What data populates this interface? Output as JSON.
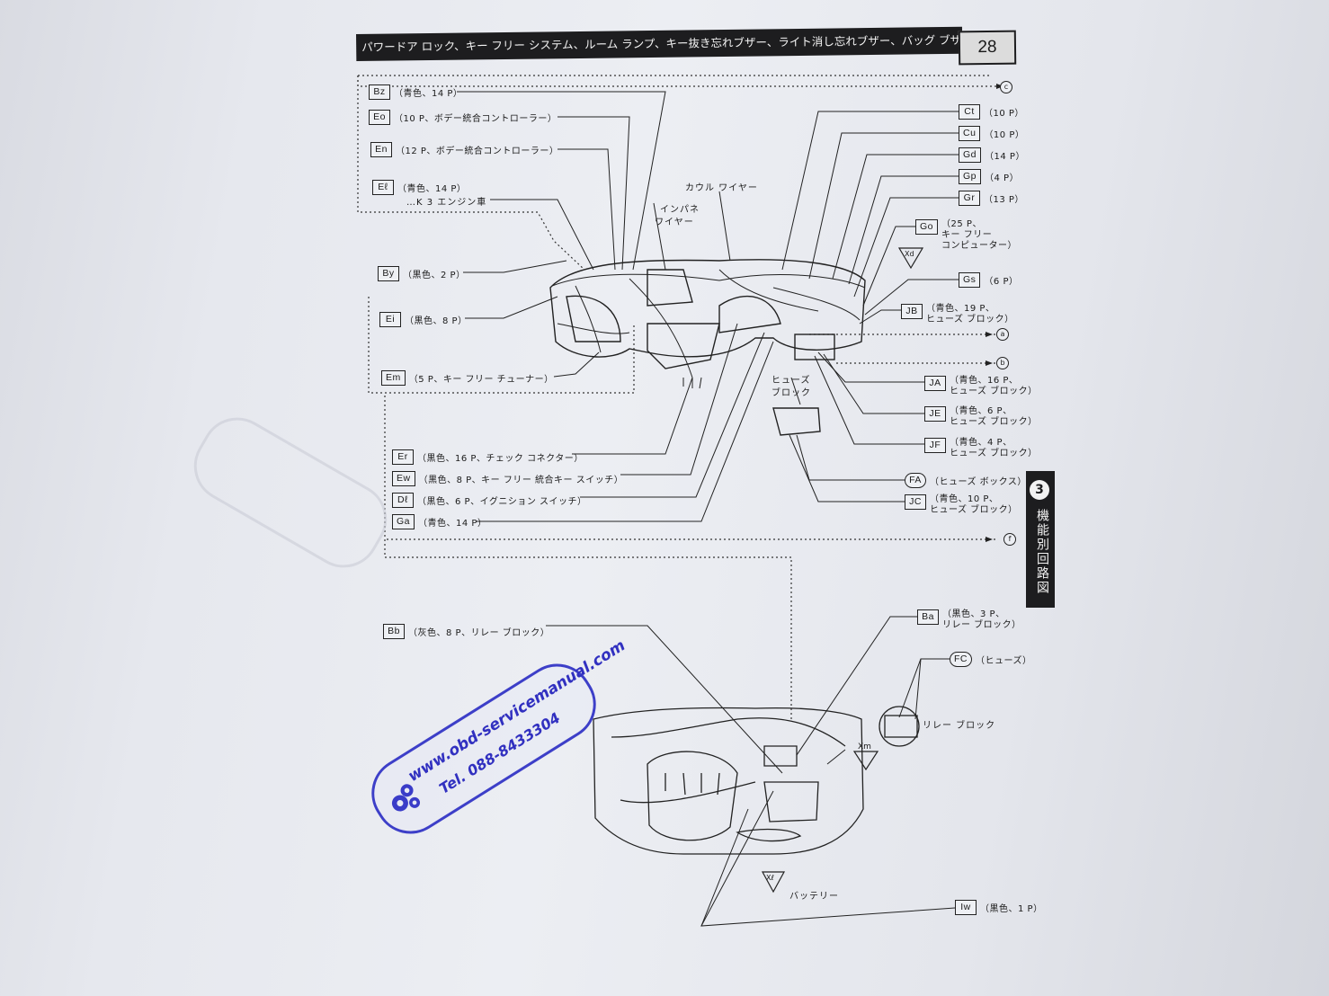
{
  "header": {
    "title": "パワードア ロック、キー フリー システム、ルーム ランプ、キー抜き忘れブザー、ライト消し忘れブザー、バッグ ブザー（A/T車）【キー フリー システム装備車】",
    "page_number": "28"
  },
  "side_tab": {
    "number": "3",
    "text": "機能別回路図"
  },
  "left_connectors": [
    {
      "code": "Bz",
      "desc": "（青色、14 P）"
    },
    {
      "code": "Eo",
      "desc": "（10 P、ボデー統合コントローラー）"
    },
    {
      "code": "En",
      "desc": "（12 P、ボデー統合コントローラー）"
    },
    {
      "code": "Eℓ",
      "desc": "（青色、14 P）",
      "desc2": "…K 3 エンジン車"
    },
    {
      "code": "By",
      "desc": "（黒色、2 P）"
    },
    {
      "code": "Ei",
      "desc": "（黒色、8 P）"
    },
    {
      "code": "Em",
      "desc": "（5 P、キー フリー チューナー）"
    },
    {
      "code": "Er",
      "desc": "（黒色、16 P、チェック コネクター）"
    },
    {
      "code": "Ew",
      "desc": "（黒色、8 P、キー フリー 統合キー スイッチ）"
    },
    {
      "code": "Dℓ",
      "desc": "（黒色、6 P、イグニション スイッチ）"
    },
    {
      "code": "Ga",
      "desc": "（青色、14 P）"
    },
    {
      "code": "Bb",
      "desc": "（灰色、8 P、リレー ブロック）"
    }
  ],
  "right_connectors": [
    {
      "code": "Ct",
      "desc": "（10 P）"
    },
    {
      "code": "Cu",
      "desc": "（10 P）"
    },
    {
      "code": "Gd",
      "desc": "（14 P）"
    },
    {
      "code": "Gp",
      "desc": "（4 P）"
    },
    {
      "code": "Gr",
      "desc": "（13 P）"
    },
    {
      "code": "Go",
      "desc_lines": [
        "（25 P、",
        "キー フリー",
        "コンピューター）"
      ]
    },
    {
      "code": "Gs",
      "desc": "（6 P）"
    },
    {
      "code": "JB",
      "desc_lines": [
        "（青色、19 P、",
        "ヒューズ ブロック）"
      ]
    },
    {
      "code": "JA",
      "desc_lines": [
        "（青色、16 P、",
        "ヒューズ ブロック）"
      ]
    },
    {
      "code": "JE",
      "desc_lines": [
        "（青色、6 P、",
        "ヒューズ ブロック）"
      ]
    },
    {
      "code": "JF",
      "desc_lines": [
        "（青色、4 P、",
        "ヒューズ ブロック）"
      ]
    },
    {
      "code": "FA",
      "desc": "（ヒューズ ボックス）"
    },
    {
      "code": "JC",
      "desc_lines": [
        "（青色、10 P、",
        "ヒューズ ブロック）"
      ]
    },
    {
      "code": "Ba",
      "desc_lines": [
        "（黒色、3 P、",
        "リレー ブロック）"
      ]
    },
    {
      "code": "FC",
      "desc": "（ヒューズ）"
    },
    {
      "code": "Iw",
      "desc": "（黒色、1 P）"
    }
  ],
  "refs": {
    "c": "c",
    "a": "a",
    "b": "b",
    "f": "f"
  },
  "grounds": {
    "xd": "Xd",
    "xm": "Xm",
    "xl": "Xℓ"
  },
  "annotations": {
    "cowl_wire": "カウル ワイヤー",
    "inpane_wire_1": "インパネ",
    "inpane_wire_2": "ワイヤー",
    "fuse_block_1": "ヒューズ",
    "fuse_block_2": "ブロック",
    "relay_block": "リレー ブロック",
    "battery": "バッテリー"
  },
  "stamp": {
    "line1": "www.obd-servicemanual.com",
    "line2": "Tel. 088-8433304"
  }
}
